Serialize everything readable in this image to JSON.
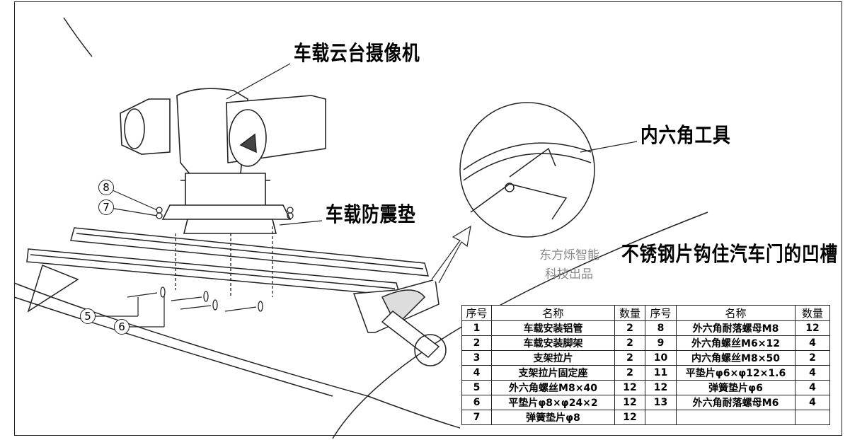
{
  "labels": {
    "camera": "车载云台摄像机",
    "hex_tool": "内六角工具",
    "shock_pad": "车载防震垫",
    "hook_note": "不锈钢片钩住汽车门的凹槽"
  },
  "watermark": {
    "line1": "东方烁智能",
    "line2": "科技出品"
  },
  "callouts": [
    "8",
    "7",
    "5",
    "6"
  ],
  "parts_table": {
    "headers": [
      "序号",
      "名称",
      "数量",
      "序号",
      "名称",
      "数量"
    ],
    "rows": [
      [
        "1",
        "车载安装铝管",
        "2",
        "8",
        "外六角耐落螺母M8",
        "12"
      ],
      [
        "2",
        "车载安装脚架",
        "2",
        "9",
        "外六角螺丝M6×12",
        "4"
      ],
      [
        "3",
        "支架拉片",
        "2",
        "10",
        "内六角螺丝M8×50",
        "2"
      ],
      [
        "4",
        "支架拉片固定座",
        "2",
        "11",
        "平垫片φ6×φ12×1.6",
        "4"
      ],
      [
        "5",
        "外六角螺丝M8×40",
        "12",
        "12",
        "弹簧垫片φ6",
        "4"
      ],
      [
        "6",
        "平垫片φ8×φ24×2",
        "12",
        "13",
        "外六角耐落螺母M6",
        "4"
      ],
      [
        "7",
        "弹簧垫片φ8",
        "12",
        "",
        "",
        ""
      ]
    ]
  }
}
